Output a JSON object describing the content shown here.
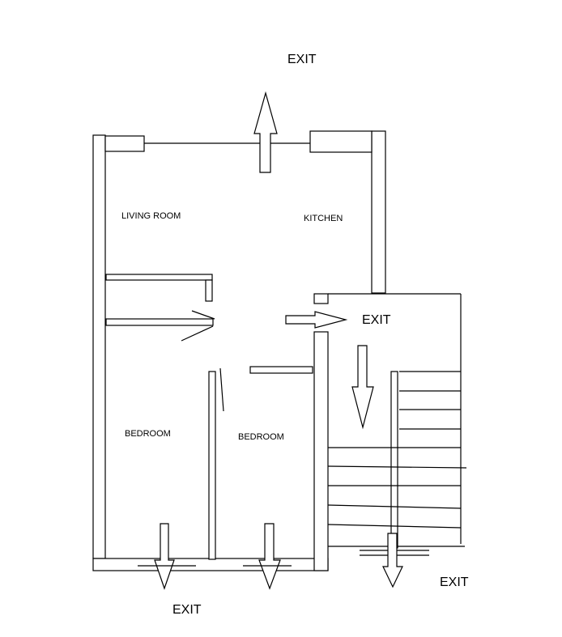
{
  "labels": {
    "exit_top": "EXIT",
    "exit_right": "EXIT",
    "exit_bottom": "EXIT",
    "exit_stairs": "EXIT",
    "living_room": "LIVING ROOM",
    "kitchen": "KITCHEN",
    "bedroom_left": "BEDROOM",
    "bedroom_right": "BEDROOM"
  }
}
